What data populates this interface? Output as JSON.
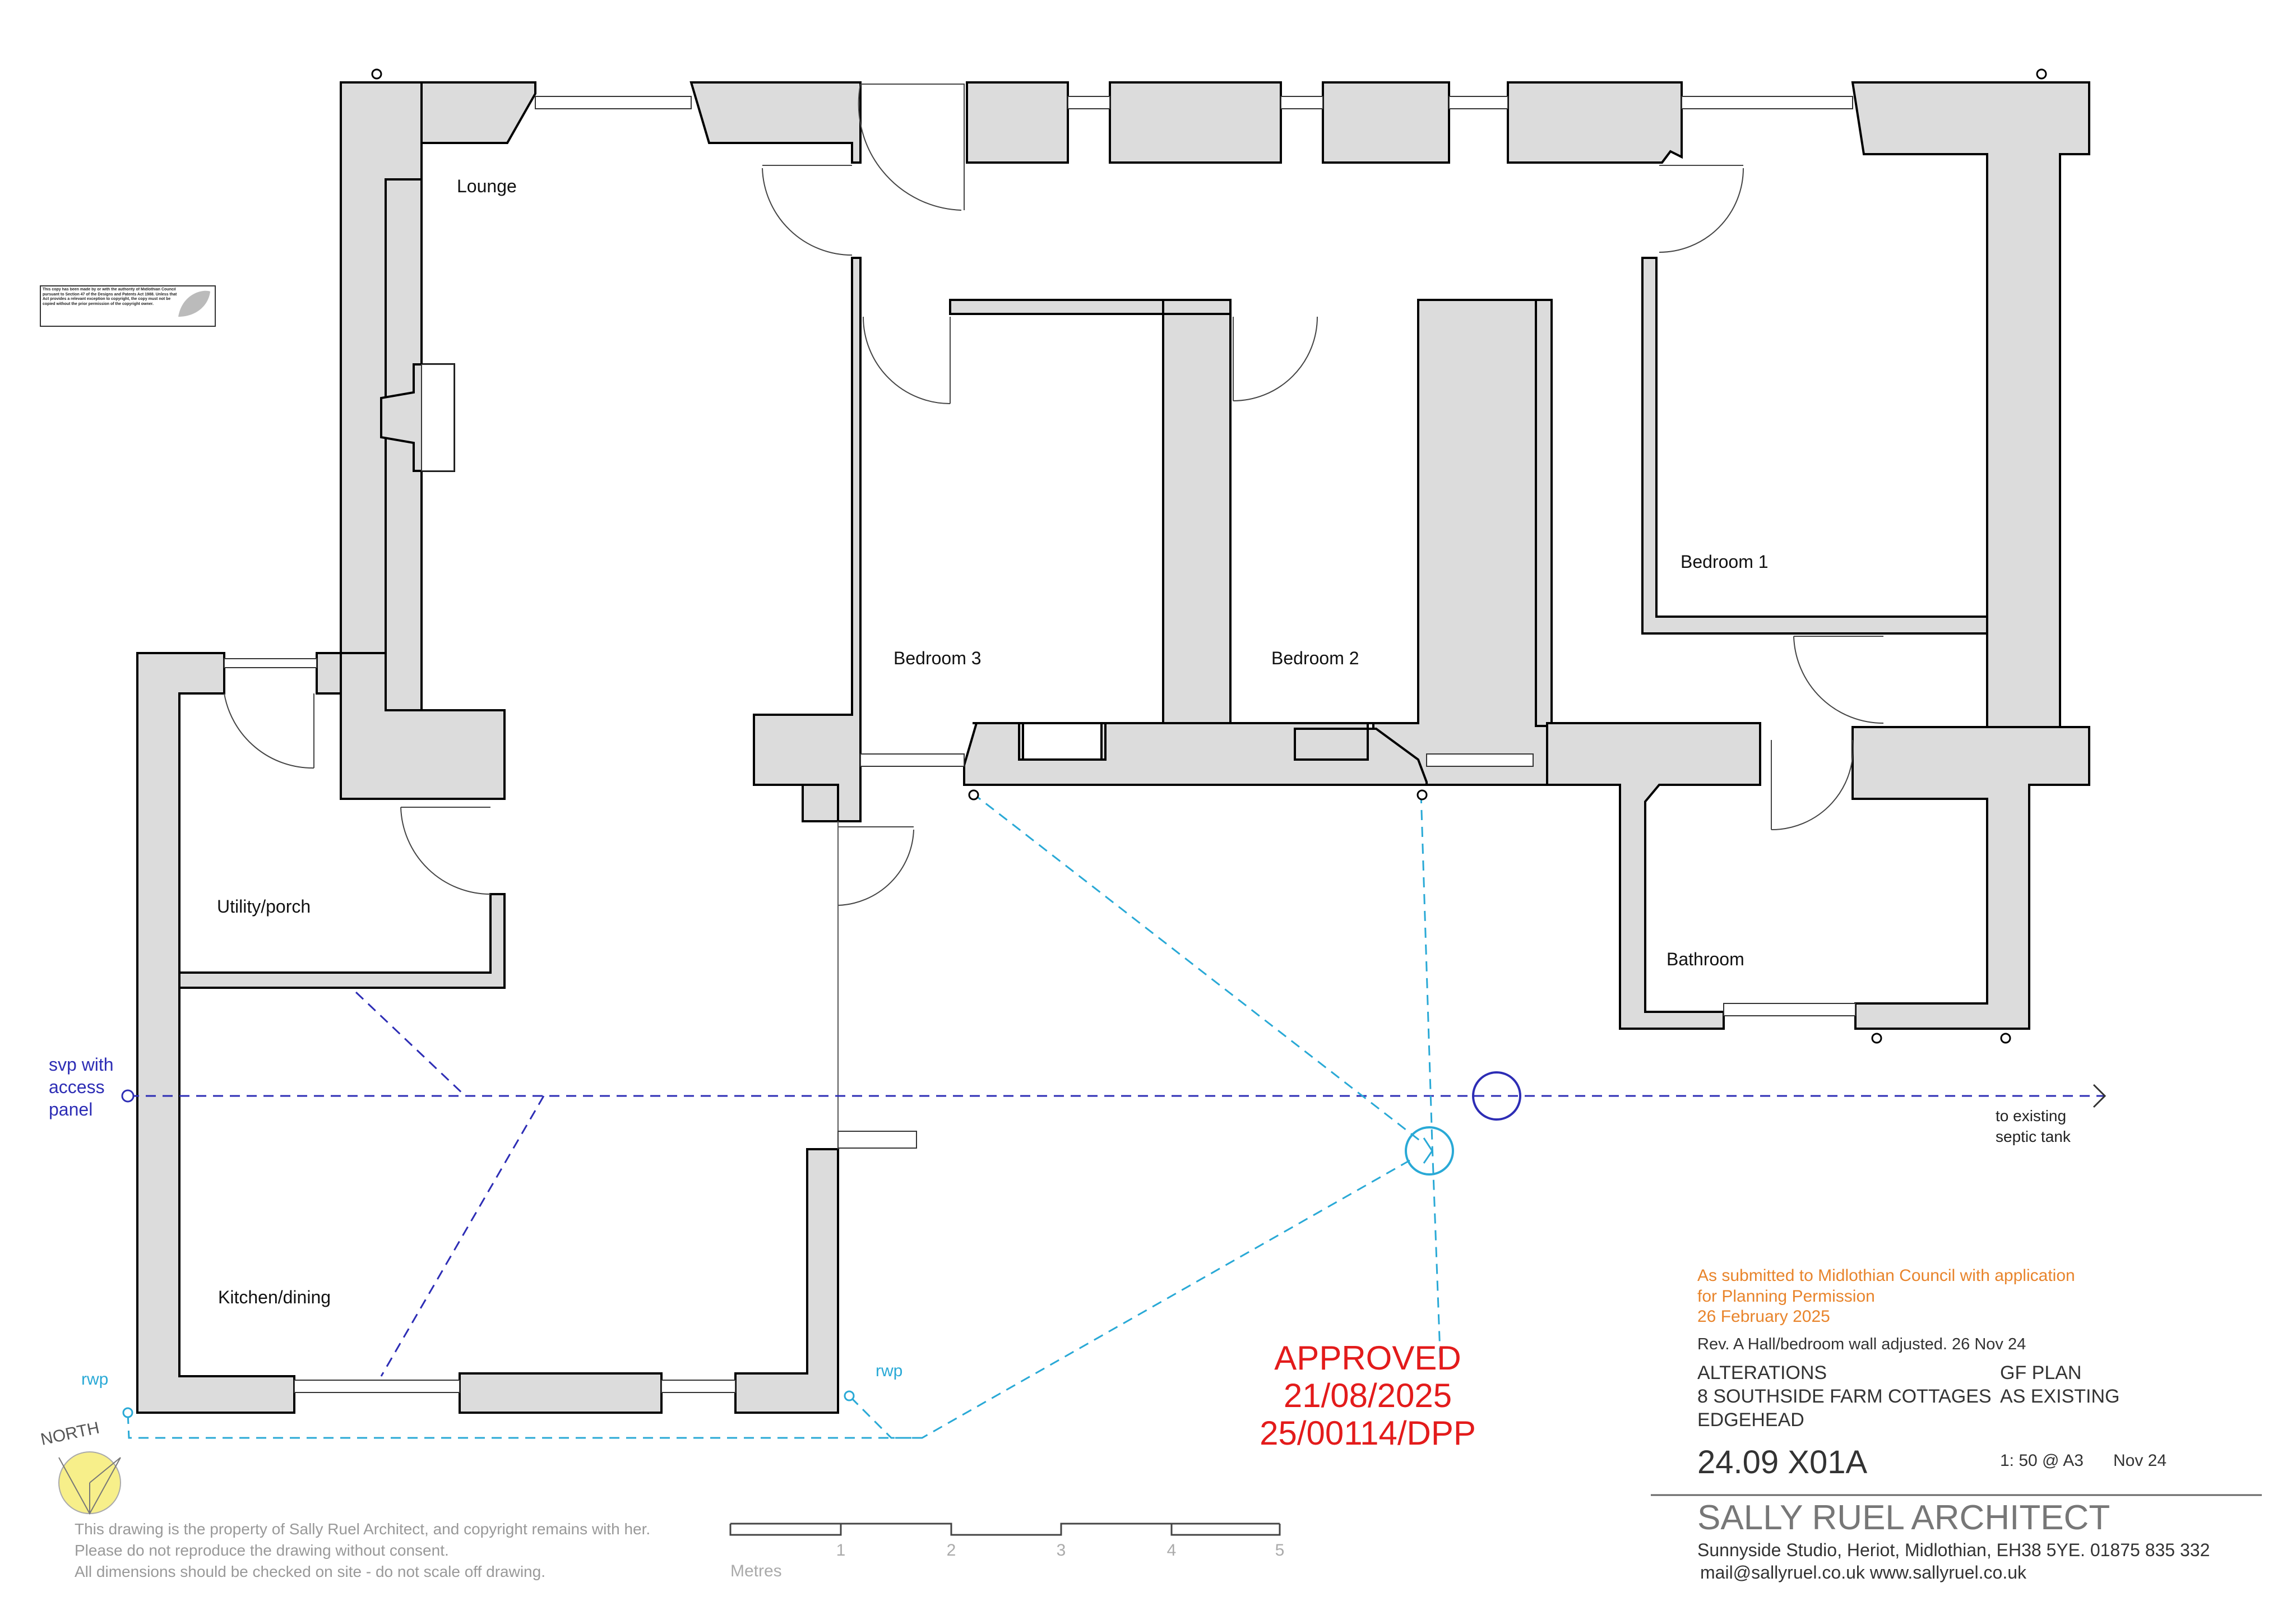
{
  "rooms": {
    "lounge": "Lounge",
    "bedroom1": "Bedroom 1",
    "bedroom2": "Bedroom 2",
    "bedroom3": "Bedroom 3",
    "utility": "Utility/porch",
    "kitchen": "Kitchen/dining",
    "bathroom": "Bathroom"
  },
  "labels": {
    "svp_line1": "svp with",
    "svp_line2": "access",
    "svp_line3": "panel",
    "septic_line1": "to existing",
    "septic_line2": "septic tank",
    "rwp_left": "rwp",
    "rwp_right": "rwp",
    "north": "NORTH"
  },
  "stamp": {
    "line1": "APPROVED",
    "line2": "21/08/2025",
    "line3": "25/00114/DPP"
  },
  "submission": {
    "line1": "As submitted to Midlothian Council with application",
    "line2": "for Planning Permission",
    "line3": "26 February 2025"
  },
  "title_block": {
    "revision": "Rev. A Hall/bedroom wall adjusted. 26 Nov 24",
    "project_line1": "ALTERATIONS",
    "project_line2": "8 SOUTHSIDE FARM COTTAGES",
    "project_line3": "EDGEHEAD",
    "drawing_line1": "GF PLAN",
    "drawing_line2": "AS EXISTING",
    "drawing_number": "24.09 X01A",
    "scale": "1: 50 @ A3",
    "date": "Nov 24",
    "firm": "SALLY RUEL ARCHITECT",
    "address": "Sunnyside Studio, Heriot, Midlothian, EH38 5YE. 01875 835 332",
    "contact": "mail@sallyruel.co.uk www.sallyruel.co.uk"
  },
  "copyright": {
    "line1": "This drawing is the property of Sally Ruel Architect, and copyright remains with her.",
    "line2": "Please do not reproduce the drawing without consent.",
    "line3": "All dimensions should be checked on site - do not scale off drawing."
  },
  "license_box": {
    "text": "This copy has been made by or with the authority of Midlothian Council pursuant to Section 47 of the Designs and Patents Act 1988. Unless that Act provides a relevant exception to copyright, the copy must not be copied without the prior permission of the copyright owner."
  },
  "scale_bar": {
    "unit": "Metres",
    "ticks": [
      "1",
      "2",
      "3",
      "4",
      "5"
    ]
  },
  "colors": {
    "stamp": "#e31b1b",
    "submission": "#e8842b",
    "foul_drain": "#2d2db5",
    "rainwater": "#29a9d6",
    "wall_fill": "#dcdcdc"
  }
}
